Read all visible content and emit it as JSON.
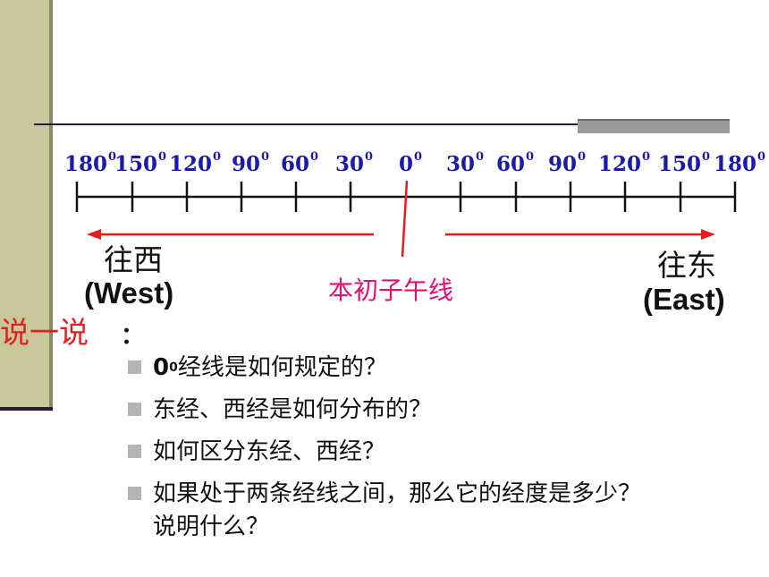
{
  "axis": {
    "labels": [
      {
        "num": "180",
        "sup": "0"
      },
      {
        "num": "150",
        "sup": "0"
      },
      {
        "num": "120",
        "sup": "0"
      },
      {
        "num": "90",
        "sup": "0"
      },
      {
        "num": "60",
        "sup": "0"
      },
      {
        "num": "30",
        "sup": "0"
      },
      {
        "num": "0",
        "sup": "0"
      },
      {
        "num": "30",
        "sup": "0"
      },
      {
        "num": "60",
        "sup": "0"
      },
      {
        "num": "90",
        "sup": "0"
      },
      {
        "num": "120",
        "sup": "0"
      },
      {
        "num": "150",
        "sup": "0"
      },
      {
        "num": "180",
        "sup": "0"
      }
    ]
  },
  "west": {
    "cn": "往西",
    "en": "(West)"
  },
  "east": {
    "cn": "往东",
    "en": "(East)"
  },
  "meridian_label": "本初子午线",
  "prompt": {
    "title": "说一说",
    "colon": "："
  },
  "questions": [
    {
      "zero": "0",
      "sup": "0",
      "text": "经线是如何规定的？"
    },
    {
      "text": "东经、西经是如何分布的？"
    },
    {
      "text": "如何区分东经、西经？"
    },
    {
      "text": "如果处于两条经线之间，那么它的经度是多少？",
      "cont": "说明什么？"
    }
  ],
  "colors": {
    "axis": "#111111",
    "arrows": "#e02020",
    "labels": "#1a1aa8",
    "meridian": "#e0106e",
    "sidebar": "#c9c89a"
  }
}
